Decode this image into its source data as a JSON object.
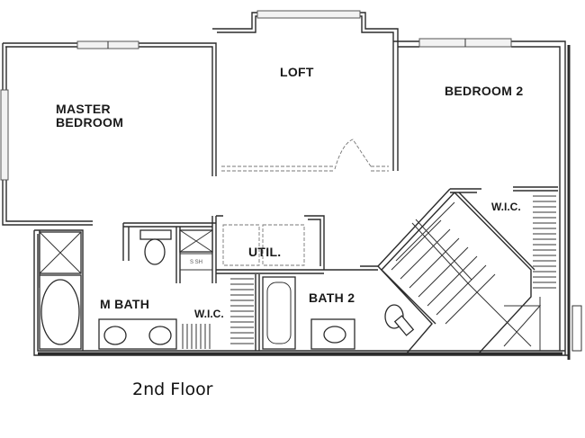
{
  "floor_plan": {
    "caption": "2nd Floor",
    "rooms": {
      "master_bedroom": {
        "line1": "MASTER",
        "line2": "BEDROOM"
      },
      "loft": {
        "label": "LOFT"
      },
      "bedroom2": {
        "label": "BEDROOM 2"
      },
      "wic_bedroom2": {
        "label": "W.I.C."
      },
      "util": {
        "label": "UTIL."
      },
      "m_bath": {
        "label": "M BATH"
      },
      "wic_master": {
        "label": "W.I.C."
      },
      "bath2": {
        "label": "BATH 2"
      },
      "shelf_note": {
        "label": "S SH"
      }
    },
    "colors": {
      "wall": "#2b2b2b",
      "background": "#ffffff",
      "window": "#f2f2f2"
    }
  }
}
